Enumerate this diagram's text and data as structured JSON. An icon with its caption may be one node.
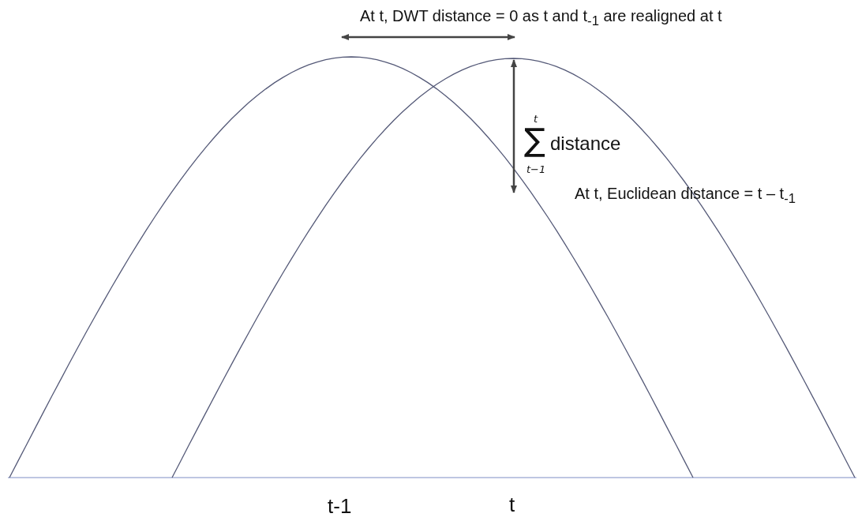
{
  "diagram": {
    "labels": [
      "At t, DWT distance = 0 as t and t$_{-1}$ are realigned at t",
      "t",
      "∑",
      "t−1",
      "distance",
      "At t, Euclidean distance = t – t$_{-1}$",
      "t-1",
      "t"
    ]
  }
}
